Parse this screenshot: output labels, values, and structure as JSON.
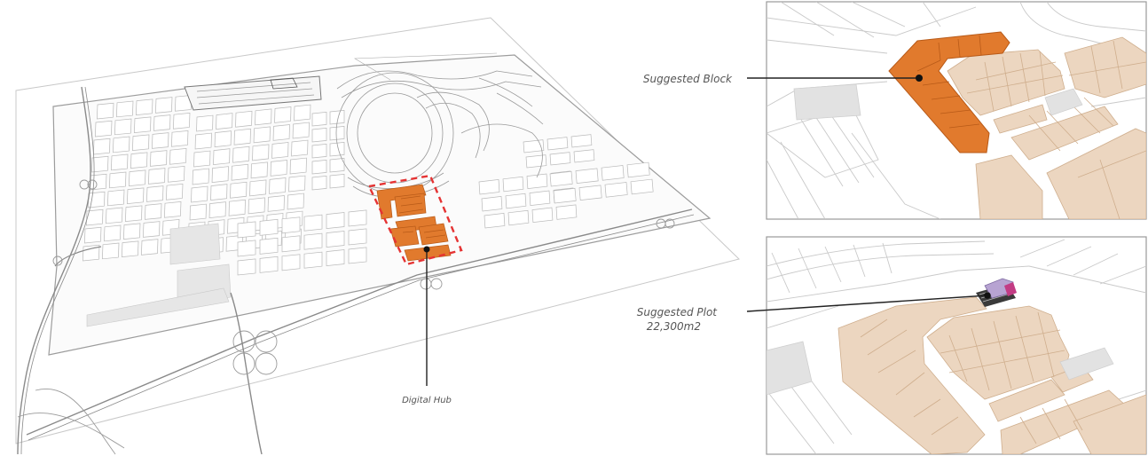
{
  "labels": {
    "digital_hub": "Digital Hub",
    "suggested_block": "Suggested Block",
    "suggested_plot_line1": "Suggested Plot",
    "suggested_plot_line2": "22,300m2"
  },
  "colors": {
    "block_orange": "#e17a2d",
    "plot_beige": "#ecd6c0",
    "road_line": "#bdbdbd",
    "dashed_outline": "#e53333",
    "leader_line": "#222222",
    "inset_border": "#9a9a9a",
    "grey_plot": "#e2e2e2",
    "building_purple": "#b7a3d2",
    "building_magenta": "#c23c84"
  },
  "icons": {
    "building": "building-icon"
  }
}
